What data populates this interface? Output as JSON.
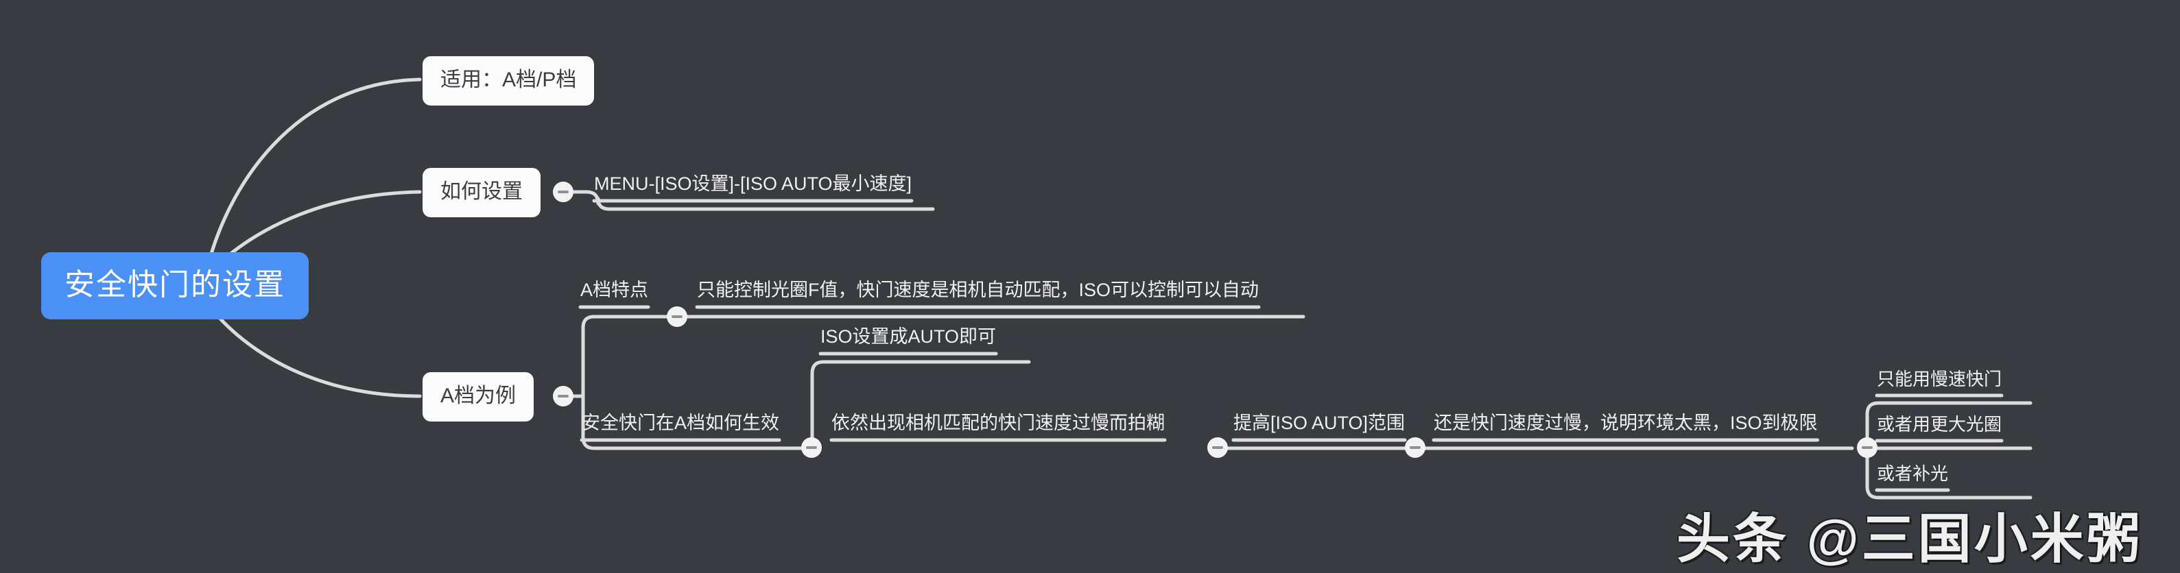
{
  "theme": {
    "background": "#383b40",
    "root_fill": "#4a90f5",
    "root_text": "#ffffff",
    "box_fill": "#fbfbfb",
    "box_text": "#3a3d42",
    "line_text": "#f0f0f0",
    "wire_color": "#dcdcdc",
    "toggle_fill": "#f2f2f2",
    "toggle_glyph": "#8d9096"
  },
  "mindmap": {
    "root": {
      "label": "安全快门的设置"
    },
    "branches": [
      {
        "label": "适用：A档/P档",
        "children": []
      },
      {
        "label": "如何设置",
        "children": [
          {
            "label": "MENU-[ISO设置]-[ISO AUTO最小速度]"
          }
        ]
      },
      {
        "label": "A档为例",
        "children": [
          {
            "label": "A档特点",
            "children": [
              {
                "label": "只能控制光圈F值，快门速度是相机自动匹配，ISO可以控制可以自动"
              }
            ]
          },
          {
            "label": "安全快门在A档如何生效",
            "children": [
              {
                "label": "ISO设置成AUTO即可"
              },
              {
                "label": "依然出现相机匹配的快门速度过慢而拍糊",
                "children": [
                  {
                    "label": "提高[ISO AUTO]范围",
                    "children": [
                      {
                        "label": "还是快门速度过慢，说明环境太黑，ISO到极限",
                        "children": [
                          {
                            "label": "只能用慢速快门"
                          },
                          {
                            "label": "或者用更大光圈"
                          },
                          {
                            "label": "或者补光"
                          }
                        ]
                      }
                    ]
                  }
                ]
              }
            ]
          }
        ]
      }
    ]
  },
  "toggles": {
    "how_to_set": "collapse-toggle",
    "a_mode_example": "collapse-toggle",
    "a_mode_feature": "collapse-toggle",
    "safe_shutter_effect": "collapse-toggle",
    "still_blurry": "collapse-toggle",
    "raise_iso": "collapse-toggle",
    "iso_limit": "collapse-toggle"
  },
  "watermark": {
    "text": "头条 @三国小米粥"
  }
}
